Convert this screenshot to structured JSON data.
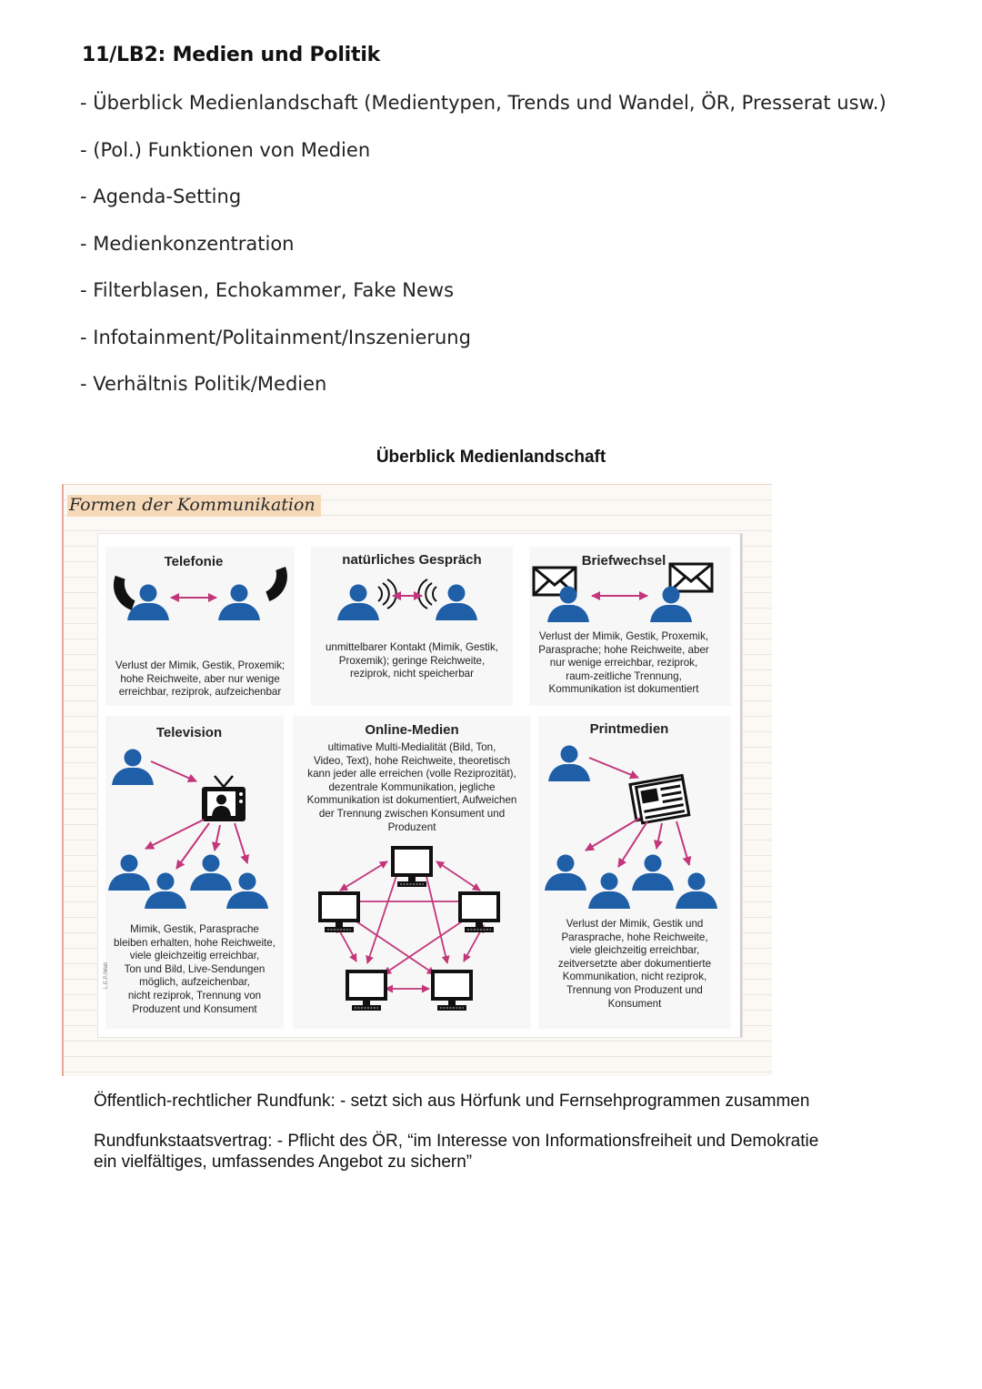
{
  "heading": "11/LB2: Medien und Politik",
  "topics": [
    "- Überblick Medienlandschaft (Medientypen, Trends und Wandel, ÖR, Presserat usw.)",
    "- (Pol.) Funktionen von Medien",
    "- Agenda-Setting",
    "- Medienkonzentration",
    "- Filterblasen, Echokammer, Fake News",
    "- Infotainment/Politainment/Inszenierung",
    "- Verhältnis Politik/Medien"
  ],
  "section_title": "Überblick Medienlandschaft",
  "handwritten_label": "Formen der Kommunikation",
  "figure": {
    "credit": "L.E.P./Walt",
    "panels": [
      {
        "title": "Telefonie",
        "lines": [
          "Verlust der Mimik, Gestik, Proxemik;",
          "hohe Reichweite, aber nur wenige",
          "erreichbar, reziprok, aufzeichenbar"
        ]
      },
      {
        "title": "natürliches Gespräch",
        "lines": [
          "unmittelbarer Kontakt (Mimik, Gestik,",
          "Proxemik); geringe Reichweite,",
          "reziprok, nicht speicherbar"
        ]
      },
      {
        "title": "Briefwechsel",
        "lines": [
          "Verlust der Mimik, Gestik, Proxemik,",
          "Parasprache; hohe Reichweite, aber",
          "nur wenige erreichbar, reziprok,",
          "raum-zeitliche Trennung,",
          "Kommunikation ist dokumentiert"
        ]
      },
      {
        "title": "Television",
        "lines": [
          "Mimik, Gestik, Parasprache",
          "bleiben erhalten, hohe Reichweite,",
          "viele gleichzeitig erreichbar,",
          "Ton und Bild, Live-Sendungen",
          "möglich, aufzeichenbar,",
          "nicht reziprok, Trennung von",
          "Produzent und Konsument"
        ]
      },
      {
        "title": "Online-Medien",
        "lines": [
          "ultimative Multi-Medialität (Bild, Ton,",
          "Video, Text), hohe Reichweite, theoretisch",
          "kann jeder alle erreichen (volle Reziprozität),",
          "dezentrale Kommunikation, jegliche",
          "Kommunikation ist dokumentiert, Aufweichen",
          "der Trennung zwischen Konsument und",
          "Produzent"
        ]
      },
      {
        "title": "Printmedien",
        "lines": [
          "Verlust der Mimik, Gestik und",
          "Parasprache, hohe Reichweite,",
          "viele gleichzeitig erreichbar,",
          "zeitversetzte aber dokumentierte",
          "Kommunikation, nicht reziprok,",
          "Trennung von Produzent und",
          "Konsument"
        ]
      }
    ]
  },
  "paragraphs": [
    {
      "lines": [
        "Öffentlich-rechtlicher Rundfunk: - setzt sich aus Hörfunk und Fernsehprogrammen zusammen"
      ]
    },
    {
      "lines": [
        "Rundfunkstaatsvertrag: - Pflicht des ÖR, “im Interesse von Informationsfreiheit und Demokratie",
        "ein vielfältiges, umfassendes Angebot zu sichern”"
      ]
    }
  ],
  "colors": {
    "person": "#1f5fa8",
    "arrow": "#c2367a",
    "device": "#111111"
  },
  "icons": [
    "person-icon",
    "telephone-handset-icon",
    "sound-waves-icon",
    "envelope-icon",
    "tv-icon",
    "computer-monitor-icon",
    "newspaper-icon",
    "double-arrow-icon"
  ]
}
